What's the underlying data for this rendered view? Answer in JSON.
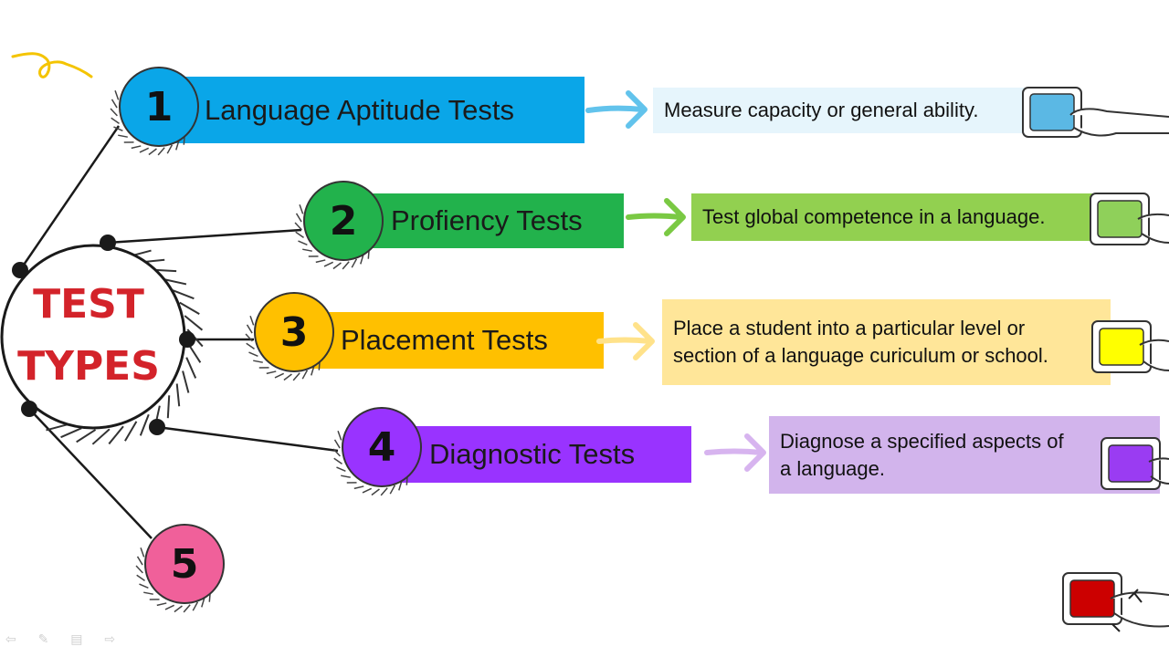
{
  "hub": {
    "line1": "TEST",
    "line2": "TYPES"
  },
  "items": [
    {
      "number": "1",
      "title": "Language Aptitude Tests",
      "description": "Measure capacity or general ability.",
      "band_color": "#0aa6e8",
      "desc_bg": "#e6f5fc",
      "square_color": "#5bb8e4",
      "arrow_color": "#62c3ec"
    },
    {
      "number": "2",
      "title": "Profiency Tests",
      "description": "Test global competence in a language.",
      "band_color": "#22b24c",
      "desc_bg": "#92d050",
      "square_color": "#8fd05a",
      "arrow_color": "#7ac943"
    },
    {
      "number": "3",
      "title": "Placement Tests",
      "description": "Place a student into a particular level or\nsection of a language curiculum or school.",
      "band_color": "#ffc000",
      "desc_bg": "#ffe699",
      "square_color": "#ffff00",
      "arrow_color": "#ffe28a"
    },
    {
      "number": "4",
      "title": "Diagnostic Tests",
      "description": "Diagnose a specified aspects of\na language.",
      "band_color": "#9933ff",
      "desc_bg": "#d2b4ec",
      "square_color": "#9a3cf2",
      "arrow_color": "#d7b4ef"
    },
    {
      "number": "5",
      "title": "",
      "description": "",
      "band_color": "#f0609a",
      "desc_bg": "",
      "square_color": "#cc0000",
      "arrow_color": ""
    }
  ],
  "colors": {
    "title_red": "#d3232a"
  },
  "icons": [
    "pointing-hand-icon",
    "swirl-doodle-icon",
    "slide-nav-icon"
  ]
}
